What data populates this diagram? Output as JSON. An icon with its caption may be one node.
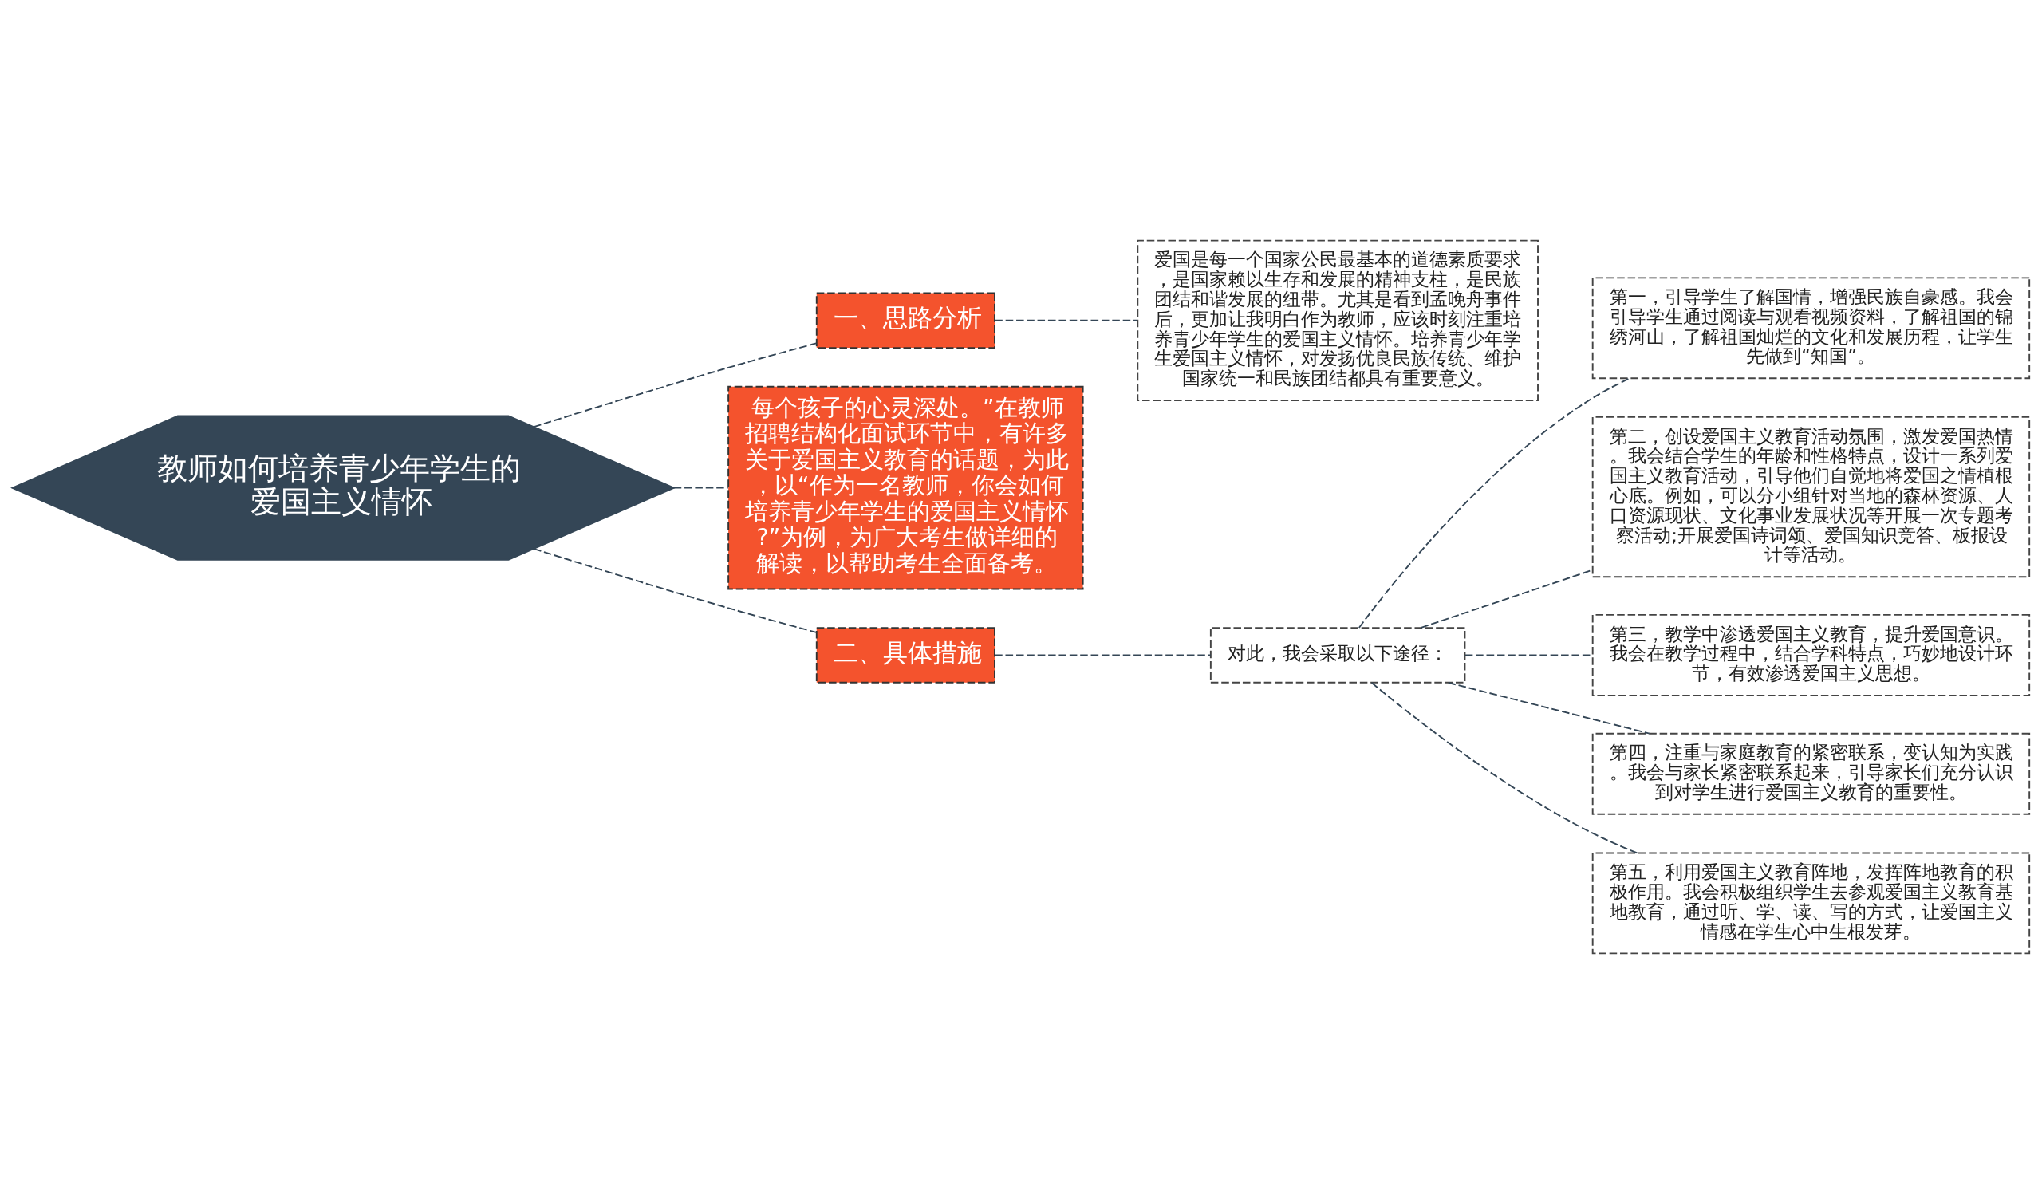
{
  "diagram": {
    "nodes": [
      {
        "text": [
          "教师如何培养青少年学生的爱国主义情怀"
        ]
      },
      {
        "text": [
          "一、思路分析"
        ]
      },
      {
        "text": [
          "爱国是每一个国家公民最基本的道德素质要求，是国家赖以生存和发展的精神支柱，是民族团结和谐发展的纽带。尤其是看到孟晚舟事件后，更加让我明白作为教师，应该时刻注重培养青少年学生的爱国主义情怀。培养青少年学生爱国主义情怀，对发扬优良民族传统、维护国家统一和民族团结都具有重要意义。"
        ]
      },
      {
        "text": [
          "每个孩子的心灵深处。”在教师招聘结构化面试环节中，有许多关于爱国主义教育的话题，为此，以“作为一名教师，你会如何培养青少年学生的爱国主义情怀?”为例，为广大考生做详细的解读，以帮助考生全面备考。"
        ]
      },
      {
        "text": [
          "二、具体措施"
        ]
      },
      {
        "text": [
          "对此，我会采取以下途径："
        ]
      },
      {
        "text": [
          "第一，引导学生了解国情，增强民族自豪感。我会引导学生通过阅读与观看视频资料，了解祖国的锦绣河山，了解祖国灿烂的文化和发展历程，让学生先做到“知国”。"
        ]
      },
      {
        "text": [
          "第二，创设爱国主义教育活动氛围，激发爱国热情。我会结合学生的年龄和性格特点，设计一系列爱国主义教育活动，引导他们自觉地将爱国之情植根心底。例如，可以分小组针对当地的森林资源、人口资源现状、文化事业发展状况等开展一次专题考察活动;开展爱国诗词颂、爱国知识竞答、板报设计等活动。"
        ]
      },
      {
        "text": [
          "第三，教学中渗透爱国主义教育，提升爱国意识。我会在教学过程中，结合学科特点，巧妙地设计环节，有效渗透爱国主义思想。"
        ]
      },
      {
        "text": [
          "第四，注重与家庭教育的紧密联系，变认知为实践。我会与家长紧密联系起来，引导家长们充分认识到对学生进行爱国主义教育的重要性。"
        ]
      },
      {
        "text": [
          "第五，利用爱国主义教育阵地，发挥阵地教育的积极作用。我会积极组织学生去参观爱国主义教育基地教育，通过听、学、读、写的方式，让爱国主义情感在学生心中生根发芽。"
        ]
      }
    ],
    "edges": [
      {
        "from": 0,
        "to": 1,
        "arrow": "none",
        "style": "dashed"
      },
      {
        "from": 1,
        "to": 2,
        "arrow": "none",
        "style": "dashed"
      },
      {
        "from": 0,
        "to": 3,
        "arrow": "none",
        "style": "dashed"
      },
      {
        "from": 0,
        "to": 4,
        "arrow": "none",
        "style": "dashed"
      },
      {
        "from": 4,
        "to": 5,
        "arrow": "none",
        "style": "dashed"
      },
      {
        "from": 5,
        "to": 6,
        "arrow": "none",
        "style": "dashed"
      },
      {
        "from": 5,
        "to": 7,
        "arrow": "none",
        "style": "dashed"
      },
      {
        "from": 5,
        "to": 8,
        "arrow": "none",
        "style": "dashed"
      },
      {
        "from": 5,
        "to": 9,
        "arrow": "none",
        "style": "dashed"
      },
      {
        "from": 5,
        "to": 10,
        "arrow": "none",
        "style": "dashed"
      }
    ]
  }
}
